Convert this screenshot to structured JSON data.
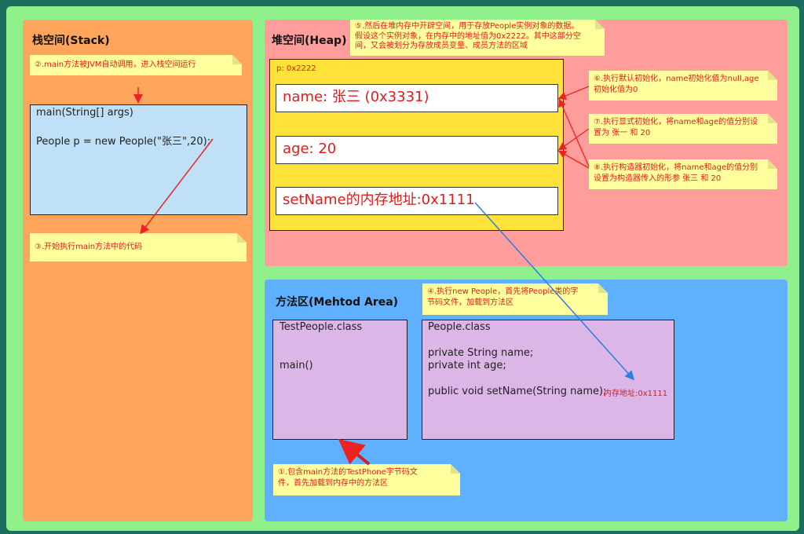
{
  "stack": {
    "title": "栈空间(Stack)",
    "note_main_called": "②.main方法被JVM自动调用，进入栈空间运行",
    "frame_header": "main(String[] args)",
    "frame_code": "People p = new People(\"张三\",20);",
    "note_start_exec": "③.开始执行main方法中的代码"
  },
  "heap": {
    "title": "堆空间(Heap)",
    "note_allocate": [
      "⑤.然后在堆内存中开辟空间，用于存放People实例对象的数据。",
      "假设这个实例对象，在内存中的地址值为0x2222。其中这部分空",
      "间，又会被划分为存放成员变量、成员方法的区域"
    ],
    "object_address": "p: 0x2222",
    "field_name": "name: 张三 (0x3331)",
    "field_age": "age: 20",
    "field_setname": "setName的内存地址:0x1111",
    "note_default_init": [
      "⑥.执行默认初始化，name初始化值为null,age",
      "初始化值为0"
    ],
    "note_explicit_init": [
      "⑦.执行显式初始化，将name和age的值分别设",
      "置为 张一 和 20"
    ],
    "note_constructor_init": [
      "⑧.执行构造器初始化，将name和age的值分别",
      "设置为构造器传入的形参 张三 和 20"
    ]
  },
  "method_area": {
    "title": "方法区(Mehtod Area)",
    "note_new_people": [
      "④.执行new People，首先将People类的字",
      "节码文件，加载到方法区"
    ],
    "testpeople_class": "TestPeople.class",
    "testpeople_method": "main()",
    "people_class": "People.class",
    "people_field_name": "private String name;",
    "people_field_age": "private int age;",
    "people_method": "public void setName(String name);",
    "people_method_address": "内存地址:0x1111",
    "note_load_testphone": [
      "①.包含main方法的TestPhone字节码文",
      "件，首先加载到内存中的方法区"
    ]
  },
  "colors": {
    "outer": "#8ff08c",
    "stack": "#ffa65c",
    "heap": "#ff9d9d",
    "method_area": "#5fb0ff",
    "note": "#ffff9e",
    "note_text": "#e21b1b",
    "arrow_red": "#ee2222",
    "arrow_blue": "#2a7fe0"
  }
}
